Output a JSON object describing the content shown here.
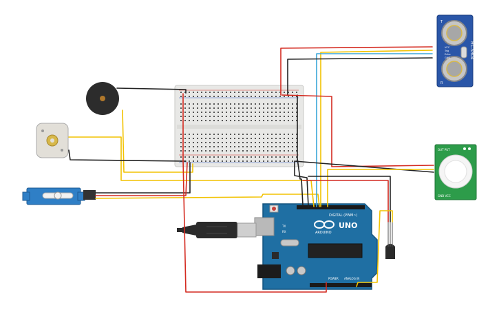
{
  "colors": {
    "background": "#ffffff",
    "wire_red": "#d42a20",
    "wire_black": "#222222",
    "wire_yellow": "#f2c200",
    "wire_blue": "#3aa6d8",
    "arduino_blue": "#1f6fa3",
    "arduino_dark": "#16557f",
    "sensor_blue": "#2a56a8",
    "pir_green": "#2d9c4a",
    "breadboard": "#e8e8e6",
    "buzzer_body": "#2c2c2c",
    "buzzer_center": "#b0782b",
    "servo_body": "#2f7fc6",
    "motor_body": "#e2dfd8",
    "gold": "#d7b84a"
  },
  "icons": {
    "arduino_logo": "infinity-logo-icon",
    "usb_cable": "usb-cable-icon"
  },
  "arduino": {
    "model": "UNO",
    "brand": "ARDUINO",
    "digital_header": "DIGITAL (PWM~)",
    "power_header": "POWER",
    "analog_header": "ANALOG IN",
    "tx_label": "TX",
    "rx_label": "RX"
  },
  "ultrasonic": {
    "model": "HC-SR04",
    "pins": [
      "VCC",
      "Trig",
      "Echo",
      "GND"
    ],
    "side_t": "T",
    "side_r": "R"
  },
  "pir": {
    "label_top": "OUT PUT",
    "label_bottom": "GND VCC"
  }
}
